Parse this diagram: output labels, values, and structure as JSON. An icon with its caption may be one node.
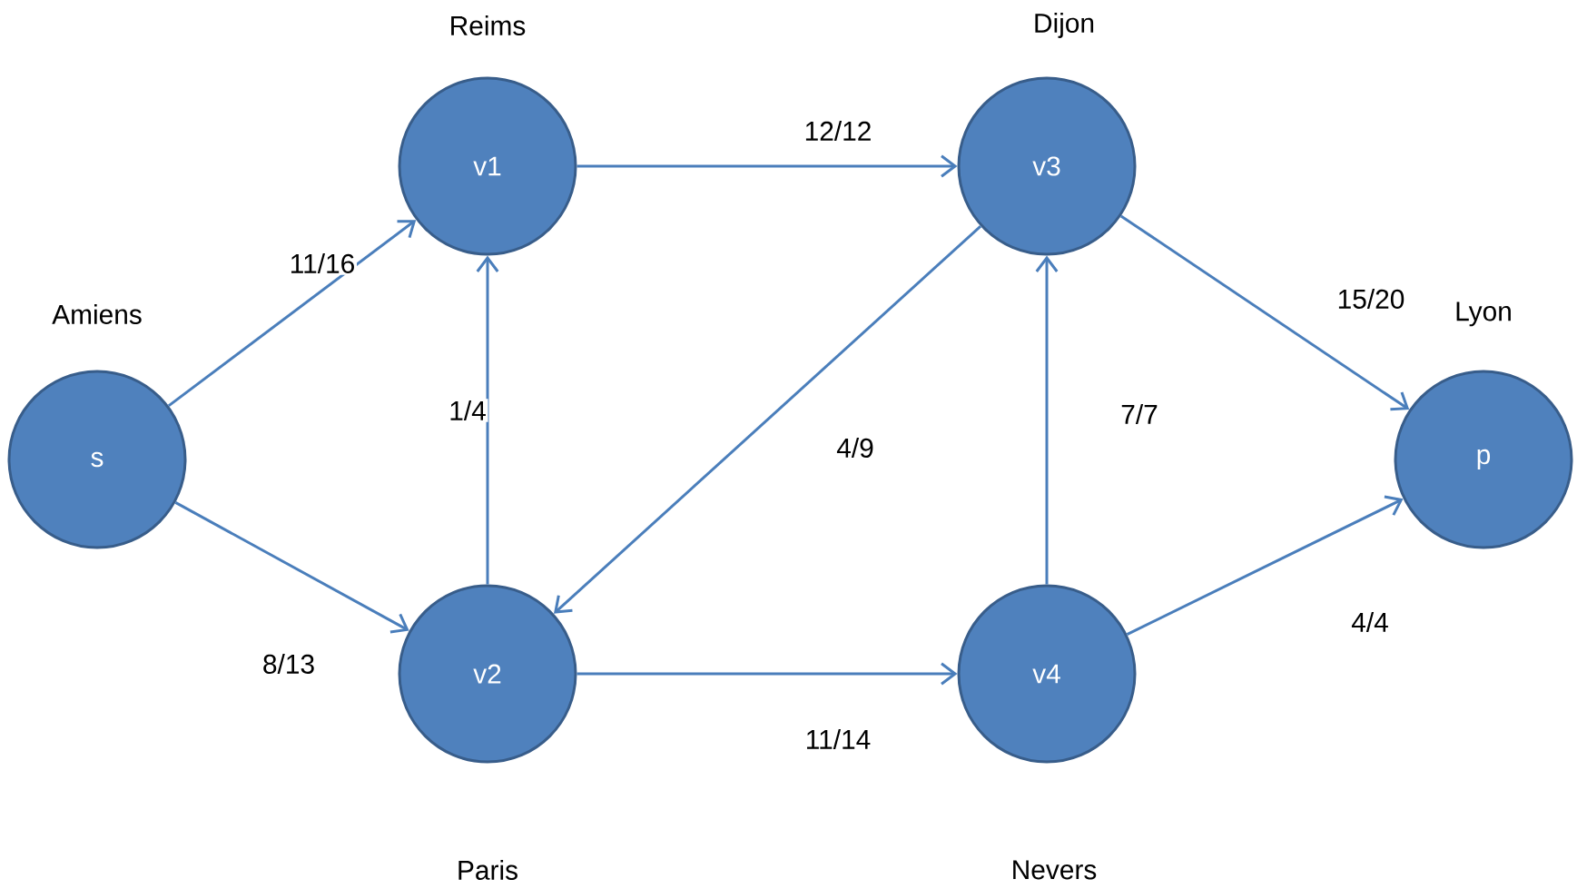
{
  "diagram": {
    "nodes": [
      {
        "text": [
          "s"
        ],
        "beside": [
          "Amiens"
        ]
      },
      {
        "text": [
          "v1"
        ],
        "beside": [
          "Reims"
        ]
      },
      {
        "text": [
          "v2"
        ],
        "beside": [
          "Paris"
        ]
      },
      {
        "text": [
          "v3"
        ],
        "beside": [
          "Dijon"
        ]
      },
      {
        "text": [
          "v4"
        ],
        "beside": [
          "Nevers"
        ]
      },
      {
        "text": [
          "p"
        ],
        "beside": [
          "Lyon"
        ]
      }
    ],
    "edges": [
      {
        "from": 0,
        "to": 1,
        "arrow": "to",
        "label": "11/16"
      },
      {
        "from": 0,
        "to": 2,
        "arrow": "to",
        "label": "8/13"
      },
      {
        "from": 2,
        "to": 1,
        "arrow": "to",
        "label": "1/4"
      },
      {
        "from": 1,
        "to": 3,
        "arrow": "to",
        "label": "12/12"
      },
      {
        "from": 3,
        "to": 2,
        "arrow": "to",
        "label": "4/9"
      },
      {
        "from": 2,
        "to": 4,
        "arrow": "to",
        "label": "11/14"
      },
      {
        "from": 4,
        "to": 3,
        "arrow": "to",
        "label": "7/7"
      },
      {
        "from": 3,
        "to": 5,
        "arrow": "to",
        "label": "15/20"
      },
      {
        "from": 4,
        "to": 5,
        "arrow": "to",
        "label": "4/4"
      }
    ]
  }
}
